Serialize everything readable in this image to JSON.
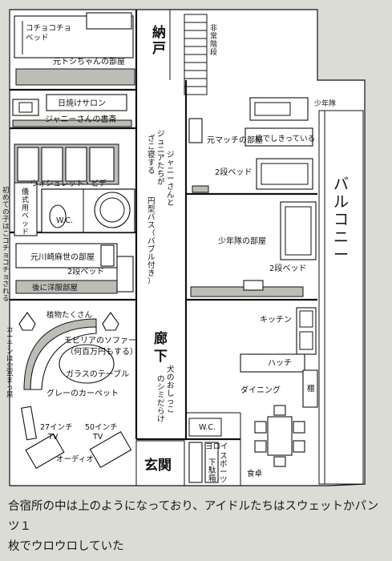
{
  "labels": {
    "kochokocho_bed": [
      "コチョコチョ",
      "ベッド"
    ],
    "emergency_stairs": [
      "非",
      "常",
      "階",
      "段"
    ],
    "nando": [
      "納",
      "戸"
    ],
    "toshi_room": "元トシちゃんの部屋",
    "shoyan_top": "少年隊",
    "tanning_salon": "日焼けサロン",
    "johnny_study": "ジャニーさんの書斎",
    "matchi_room": "元マッチの部屋",
    "partition": "机でしきっている",
    "washlet_bidet": "ウォシュレット・ビデ",
    "ceremony_bed": [
      "儀",
      "式",
      "用",
      "ベ",
      "ッ",
      "ド"
    ],
    "johnny_sleep_1": [
      "ジ",
      "ャ",
      "ニ",
      "ー",
      "さ",
      "ん",
      "と"
    ],
    "johnny_sleep_2": [
      "ジ",
      "ュ",
      "ニ",
      "ア",
      "た",
      "ち",
      "が"
    ],
    "johnny_sleep_3": [
      "ざ",
      "こ",
      "寝",
      "す",
      "る"
    ],
    "nidan_bed_1": "2段ベッド",
    "first_timers": [
      "初",
      "め",
      "て",
      "の",
      "子",
      "は",
      "こ",
      "コ",
      "チ",
      "ョ",
      "コ",
      "チ",
      "ョ",
      "さ",
      "れ",
      "る"
    ],
    "wc": "W.C.",
    "round_bath": [
      "円",
      "型",
      "バ",
      "ス",
      "（",
      "バ",
      "ブ",
      "ル",
      "付",
      "き",
      "）"
    ],
    "balcony": [
      "バ",
      "ル",
      "コ",
      "ニ",
      "ー"
    ],
    "kawasaki_room": "元川崎麻世の部屋",
    "shoyan_room": "少年隊の部屋",
    "nidan_bed_2": "2段ベッド",
    "nidan_bed_3": "2段ベッド",
    "western_room": "後に洋服部屋",
    "plants": "植物たくさん",
    "curtain": [
      "カ",
      "ー",
      "テ",
      "ン",
      "は",
      "全",
      "室",
      "ま",
      "っ",
      "黒"
    ],
    "corridor": [
      "廊",
      "下"
    ],
    "kitchen": "キッチン",
    "sofa_1": "モビリアのソファー",
    "sofa_2": "（何百万円もする）",
    "hatch": "ハッチ",
    "glass_table": "ガラスのテーブル",
    "dog_stains": [
      "犬",
      "の",
      "お",
      "し",
      "っ",
      "こ",
      "の",
      "シ",
      "ミ",
      "だ",
      "ら",
      "け"
    ],
    "dining": "ダイニング",
    "shelf": "棚",
    "gray_carpet": "グレーのカーペット",
    "tv27": [
      "27インチ",
      "TV"
    ],
    "tv50": [
      "50インチ",
      "TV"
    ],
    "wc2": "W.C.",
    "audio": "オーディオ",
    "yoroi": "ヨロイ",
    "genkan": "玄関",
    "shoe_box": [
      "下",
      "駄",
      "箱"
    ],
    "sports": [
      "ス",
      "ポ",
      "ー",
      "ツ"
    ],
    "dining_table": "食卓"
  },
  "caption": {
    "line1": "合宿所の中は上のようになっており、アイドルたちはスウェットかパンツ１",
    "line2": "枚でウロウロしていた"
  }
}
